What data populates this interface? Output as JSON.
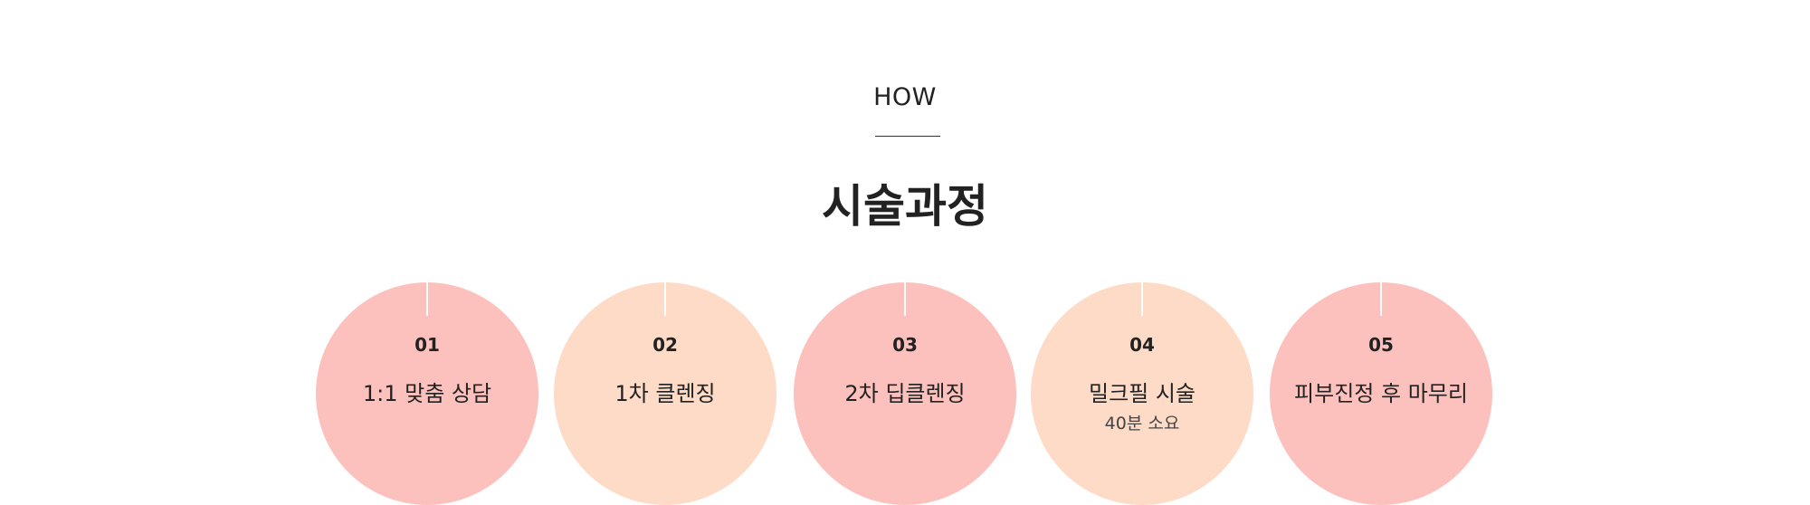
{
  "header": {
    "eyebrow": "HOW",
    "title": "시술과정"
  },
  "colors": {
    "pink": "#fdc1bd",
    "peach": "#fedbc7",
    "tick": "#ffffff",
    "text": "#222222"
  },
  "steps": [
    {
      "number": "01",
      "label": "1:1 맞춤 상담",
      "sub": "",
      "color": "#fdc1bd"
    },
    {
      "number": "02",
      "label": "1차 클렌징",
      "sub": "",
      "color": "#fedbc7"
    },
    {
      "number": "03",
      "label": "2차 딥클렌징",
      "sub": "",
      "color": "#fdc1bd"
    },
    {
      "number": "04",
      "label": "밀크필 시술",
      "sub": "40분 소요",
      "color": "#fedbc7"
    },
    {
      "number": "05",
      "label": "피부진정 후 마무리",
      "sub": "",
      "color": "#fdc1bd"
    }
  ]
}
